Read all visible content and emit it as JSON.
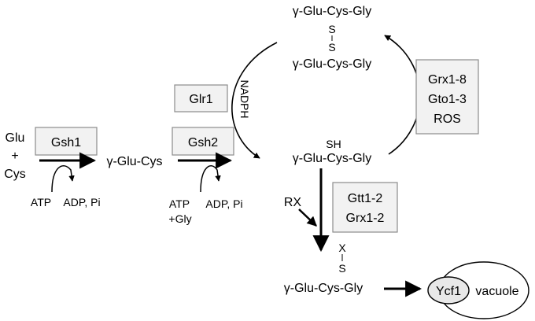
{
  "molecules": {
    "gssg_top": "γ-Glu-Cys-Gly",
    "gssg_s1": "S",
    "gssg_s2": "S",
    "gssg_bottom": "γ-Glu-Cys-Gly",
    "gsh_sh": "SH",
    "gsh": "γ-Glu-Cys-Gly",
    "glu": "Glu",
    "plus": "+",
    "cys": "Cys",
    "glu_cys": "γ-Glu-Cys",
    "conjugate_x": "X",
    "conjugate_s": "S",
    "conjugate": "γ-Glu-Cys-Gly"
  },
  "enzymes": {
    "gsh1": "Gsh1",
    "gsh2": "Gsh2",
    "glr1": "Glr1",
    "grx_gto_ros": [
      "Grx1-8",
      "Gto1-3",
      "ROS"
    ],
    "gtt_grx": [
      "Gtt1-2",
      "Grx1-2"
    ],
    "ycf1": "Ycf1"
  },
  "cofactors": {
    "atp1": "ATP",
    "adp_pi1": "ADP, Pi",
    "atp2": "ATP",
    "gly": "+Gly",
    "adp_pi2": "ADP, Pi",
    "nadph": "NADPH",
    "rx": "RX"
  },
  "compartments": {
    "vacuole": "vacuole"
  },
  "icons": {
    "arrows": "arrow-icon"
  }
}
